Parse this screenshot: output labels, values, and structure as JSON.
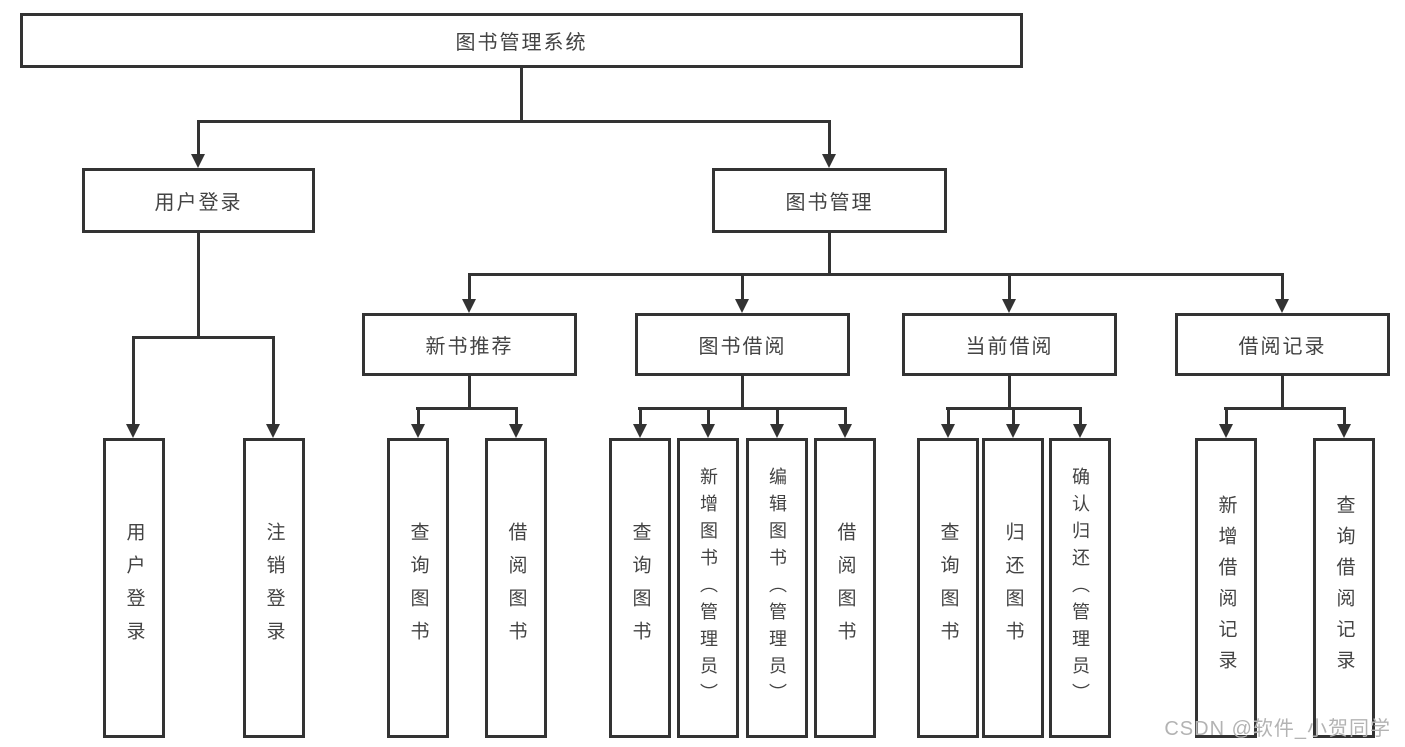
{
  "nodes": {
    "root": "图书管理系统",
    "user_login": "用户登录",
    "book_management": "图书管理",
    "new_book_recommend": "新书推荐",
    "book_borrowing": "图书借阅",
    "current_borrowing": "当前借阅",
    "borrowing_records": "借阅记录",
    "leaf_user_login": "用户登录",
    "leaf_logout_login": "注销登录",
    "leaf_nbr_query_books": "查询图书",
    "leaf_nbr_borrow_books": "借阅图书",
    "leaf_bb_query_books": "查询图书",
    "leaf_bb_add_books": "新增图书（管理员）",
    "leaf_bb_edit_books": "编辑图书（管理员）",
    "leaf_bb_borrow_books": "借阅图书",
    "leaf_cb_query_books": "查询图书",
    "leaf_cb_return_books": "归还图书",
    "leaf_cb_confirm_return": "确认归还（管理员）",
    "leaf_br_add_record": "新增借阅记录",
    "leaf_br_query_record": "查询借阅记录"
  },
  "tree": {
    "root": {
      "children": [
        "user_login",
        "book_management"
      ]
    },
    "user_login": {
      "children": [
        "leaf_user_login",
        "leaf_logout_login"
      ]
    },
    "book_management": {
      "children": [
        "new_book_recommend",
        "book_borrowing",
        "current_borrowing",
        "borrowing_records"
      ]
    },
    "new_book_recommend": {
      "children": [
        "leaf_nbr_query_books",
        "leaf_nbr_borrow_books"
      ]
    },
    "book_borrowing": {
      "children": [
        "leaf_bb_query_books",
        "leaf_bb_add_books",
        "leaf_bb_edit_books",
        "leaf_bb_borrow_books"
      ]
    },
    "current_borrowing": {
      "children": [
        "leaf_cb_query_books",
        "leaf_cb_return_books",
        "leaf_cb_confirm_return"
      ]
    },
    "borrowing_records": {
      "children": [
        "leaf_br_add_record",
        "leaf_br_query_record"
      ]
    }
  },
  "watermark": {
    "text": "CSDN @软件_小贺同学"
  },
  "colors": {
    "line": "#333333",
    "box_border": "#333333",
    "text": "#434343",
    "background": "#ffffff",
    "watermark": "#b3b3b3"
  }
}
